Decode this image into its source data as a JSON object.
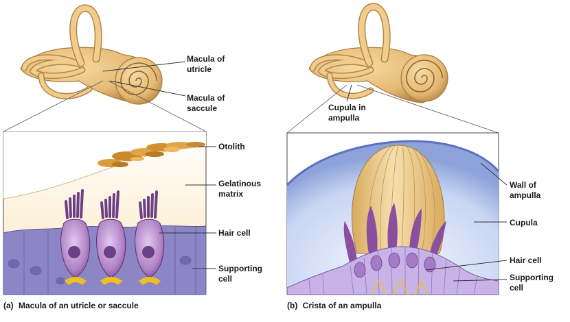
{
  "panel_a": {
    "labels": {
      "macula_utricle_1": "Macula of",
      "macula_utricle_2": "utricle",
      "macula_saccule_1": "Macula of",
      "macula_saccule_2": "saccule",
      "otolith": "Otolith",
      "gelatinous_1": "Gelatinous",
      "gelatinous_2": "matrix",
      "hair_cell": "Hair cell",
      "supporting_1": "Supporting",
      "supporting_2": "cell"
    },
    "caption_letter": "(a)",
    "caption": "Macula of an utricle or saccule"
  },
  "panel_b": {
    "labels": {
      "cupula_ampulla_1": "Cupula in",
      "cupula_ampulla_2": "ampulla",
      "wall_1": "Wall of",
      "wall_2": "ampulla",
      "cupula": "Cupula",
      "hair_cell": "Hair cell",
      "supporting_1": "Supporting",
      "supporting_2": "cell"
    },
    "caption_letter": "(b)",
    "caption": "Crista of an ampulla"
  },
  "colors": {
    "bone": "#e4b872",
    "bone_dark": "#a87a3a",
    "gel": "#fbeccb",
    "otolith": "#d99a3a",
    "hair_cell": "#b184c6",
    "hair_cell_dark": "#6d3f86",
    "support": "#8c86c6",
    "cupula": "#e9c98a",
    "ampulla_wall": "#b5c6ee",
    "synapse": "#f0c020"
  }
}
